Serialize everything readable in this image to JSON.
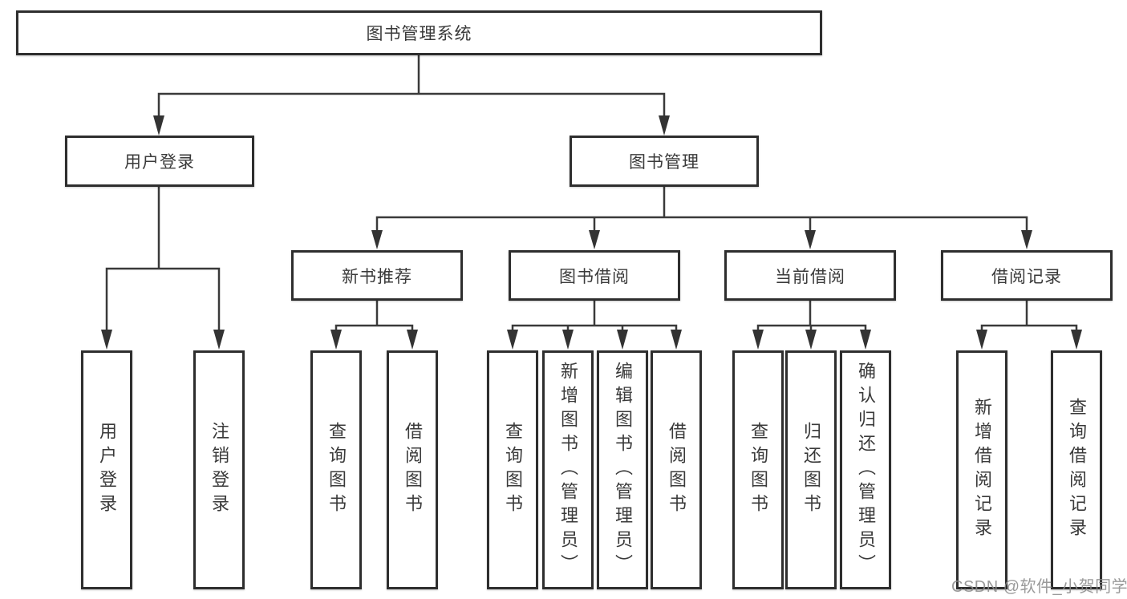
{
  "diagram": {
    "tree": {
      "label": "图书管理系统",
      "children": [
        {
          "label": "用户登录",
          "children": [
            {
              "label": "用户登录"
            },
            {
              "label": "注销登录"
            }
          ]
        },
        {
          "label": "图书管理",
          "children": [
            {
              "label": "新书推荐",
              "children": [
                {
                  "label": "查询图书"
                },
                {
                  "label": "借阅图书"
                }
              ]
            },
            {
              "label": "图书借阅",
              "children": [
                {
                  "label": "查询图书"
                },
                {
                  "label": "新增图书（管理员）"
                },
                {
                  "label": "编辑图书（管理员）"
                },
                {
                  "label": "借阅图书"
                }
              ]
            },
            {
              "label": "当前借阅",
              "children": [
                {
                  "label": "查询图书"
                },
                {
                  "label": "归还图书"
                },
                {
                  "label": "确认归还（管理员）"
                }
              ]
            },
            {
              "label": "借阅记录",
              "children": [
                {
                  "label": "新增借阅记录"
                },
                {
                  "label": "查询借阅记录"
                }
              ]
            }
          ]
        }
      ]
    },
    "watermark": "CSDN @软件_小贺同学",
    "colors": {
      "line": "#3a3a3a",
      "box_border": "#2e2e2e",
      "box_fill": "#ffffff",
      "text": "#3a3a3a",
      "watermark": "#8c8c8c",
      "background": "#ffffff"
    }
  }
}
